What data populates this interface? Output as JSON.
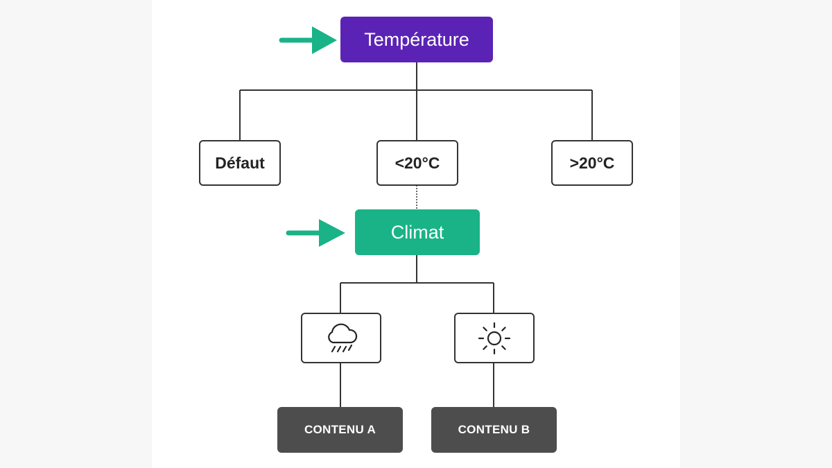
{
  "diagram": {
    "root": {
      "label": "Température",
      "color": "#5b23b5"
    },
    "options": [
      {
        "label": "Défaut"
      },
      {
        "label": "<20°C"
      },
      {
        "label": ">20°C"
      }
    ],
    "sub": {
      "label": "Climat",
      "color": "#19b387"
    },
    "weather": [
      {
        "icon": "rain-cloud-icon"
      },
      {
        "icon": "sun-icon"
      }
    ],
    "contents": [
      {
        "label": "CONTENU A"
      },
      {
        "label": "CONTENU B"
      }
    ],
    "colors": {
      "arrow": "#19b387",
      "line": "#333333",
      "content": "#4d4d4d"
    }
  }
}
